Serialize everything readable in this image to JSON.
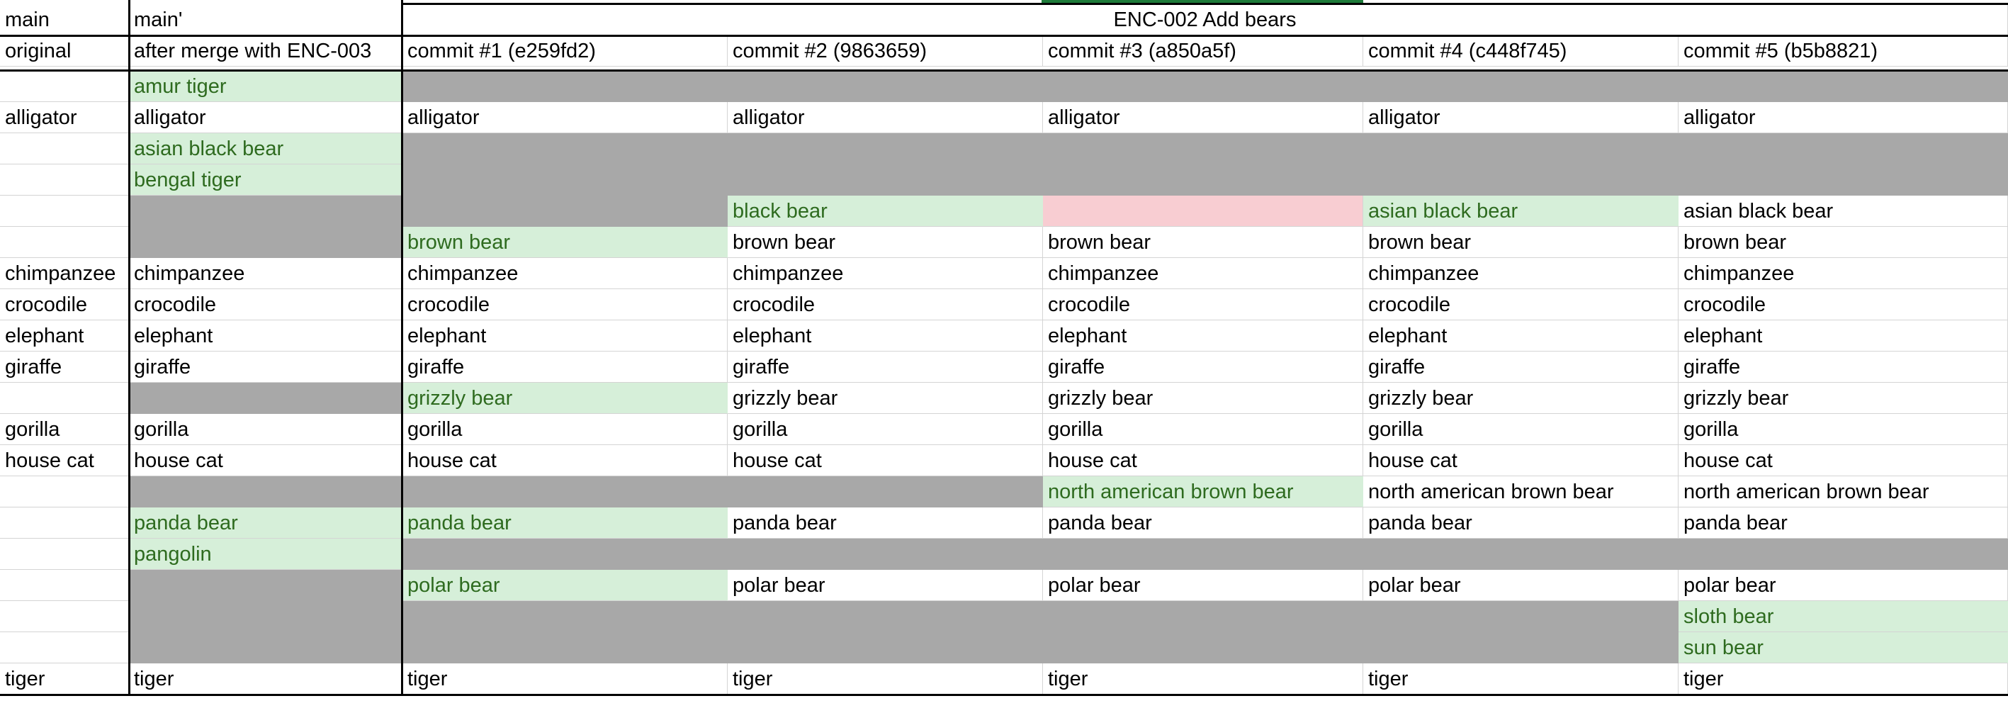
{
  "colors": {
    "added": "#d6efd9",
    "added_text": "#2e6b1f",
    "removed": "#f8cdd2",
    "absent": "#a8a8a8",
    "selected_header_accent": "#1e7b3a"
  },
  "header": {
    "branch_main": "main",
    "branch_main_prime": "main'",
    "branch_feature": "ENC-002 Add bears",
    "columns": [
      "original",
      "after merge with ENC-003",
      "commit #1 (e259fd2)",
      "commit #2 (9863659)",
      "commit #3 (a850a5f)",
      "commit #4 (c448f745)",
      "commit #5 (b5b8821)"
    ]
  },
  "rows": [
    [
      {
        "t": ""
      },
      {
        "t": "amur tiger",
        "s": "a"
      },
      {
        "t": "",
        "s": "g"
      },
      {
        "t": "",
        "s": "g"
      },
      {
        "t": "",
        "s": "g"
      },
      {
        "t": "",
        "s": "g"
      },
      {
        "t": "",
        "s": "g"
      }
    ],
    [
      {
        "t": "alligator"
      },
      {
        "t": "alligator"
      },
      {
        "t": "alligator"
      },
      {
        "t": "alligator"
      },
      {
        "t": "alligator"
      },
      {
        "t": "alligator"
      },
      {
        "t": "alligator"
      }
    ],
    [
      {
        "t": ""
      },
      {
        "t": "asian black bear",
        "s": "a"
      },
      {
        "t": "",
        "s": "g"
      },
      {
        "t": "",
        "s": "g"
      },
      {
        "t": "",
        "s": "g"
      },
      {
        "t": "",
        "s": "g"
      },
      {
        "t": "",
        "s": "g"
      }
    ],
    [
      {
        "t": ""
      },
      {
        "t": "bengal tiger",
        "s": "a"
      },
      {
        "t": "",
        "s": "g"
      },
      {
        "t": "",
        "s": "g"
      },
      {
        "t": "",
        "s": "g"
      },
      {
        "t": "",
        "s": "g"
      },
      {
        "t": "",
        "s": "g"
      }
    ],
    [
      {
        "t": ""
      },
      {
        "t": "",
        "s": "g"
      },
      {
        "t": "",
        "s": "g"
      },
      {
        "t": "black bear",
        "s": "a"
      },
      {
        "t": "",
        "s": "r"
      },
      {
        "t": "asian black bear",
        "s": "a"
      },
      {
        "t": "asian black bear"
      }
    ],
    [
      {
        "t": ""
      },
      {
        "t": "",
        "s": "g"
      },
      {
        "t": "brown bear",
        "s": "a"
      },
      {
        "t": "brown bear"
      },
      {
        "t": "brown bear"
      },
      {
        "t": "brown bear"
      },
      {
        "t": "brown bear"
      }
    ],
    [
      {
        "t": "chimpanzee"
      },
      {
        "t": "chimpanzee"
      },
      {
        "t": "chimpanzee"
      },
      {
        "t": "chimpanzee"
      },
      {
        "t": "chimpanzee"
      },
      {
        "t": "chimpanzee"
      },
      {
        "t": "chimpanzee"
      }
    ],
    [
      {
        "t": "crocodile"
      },
      {
        "t": "crocodile"
      },
      {
        "t": "crocodile"
      },
      {
        "t": "crocodile"
      },
      {
        "t": "crocodile"
      },
      {
        "t": "crocodile"
      },
      {
        "t": "crocodile"
      }
    ],
    [
      {
        "t": "elephant"
      },
      {
        "t": "elephant"
      },
      {
        "t": "elephant"
      },
      {
        "t": "elephant"
      },
      {
        "t": "elephant"
      },
      {
        "t": "elephant"
      },
      {
        "t": "elephant"
      }
    ],
    [
      {
        "t": "giraffe"
      },
      {
        "t": "giraffe"
      },
      {
        "t": "giraffe"
      },
      {
        "t": "giraffe"
      },
      {
        "t": "giraffe"
      },
      {
        "t": "giraffe"
      },
      {
        "t": "giraffe"
      }
    ],
    [
      {
        "t": ""
      },
      {
        "t": "",
        "s": "g"
      },
      {
        "t": "grizzly bear",
        "s": "a"
      },
      {
        "t": "grizzly bear"
      },
      {
        "t": "grizzly bear"
      },
      {
        "t": "grizzly bear"
      },
      {
        "t": "grizzly bear"
      }
    ],
    [
      {
        "t": "gorilla"
      },
      {
        "t": "gorilla"
      },
      {
        "t": "gorilla"
      },
      {
        "t": "gorilla"
      },
      {
        "t": "gorilla"
      },
      {
        "t": "gorilla"
      },
      {
        "t": "gorilla"
      }
    ],
    [
      {
        "t": "house cat"
      },
      {
        "t": "house cat"
      },
      {
        "t": "house cat"
      },
      {
        "t": "house cat"
      },
      {
        "t": "house cat"
      },
      {
        "t": "house cat"
      },
      {
        "t": "house cat"
      }
    ],
    [
      {
        "t": ""
      },
      {
        "t": "",
        "s": "g"
      },
      {
        "t": "",
        "s": "g"
      },
      {
        "t": "",
        "s": "g"
      },
      {
        "t": "north american brown bear",
        "s": "a"
      },
      {
        "t": "north american brown bear"
      },
      {
        "t": "north american brown bear"
      }
    ],
    [
      {
        "t": ""
      },
      {
        "t": "panda bear",
        "s": "a"
      },
      {
        "t": "panda bear",
        "s": "a"
      },
      {
        "t": "panda bear"
      },
      {
        "t": "panda bear"
      },
      {
        "t": "panda bear"
      },
      {
        "t": "panda bear"
      }
    ],
    [
      {
        "t": ""
      },
      {
        "t": "pangolin",
        "s": "a"
      },
      {
        "t": "",
        "s": "g"
      },
      {
        "t": "",
        "s": "g"
      },
      {
        "t": "",
        "s": "g"
      },
      {
        "t": "",
        "s": "g"
      },
      {
        "t": "",
        "s": "g"
      }
    ],
    [
      {
        "t": ""
      },
      {
        "t": "",
        "s": "g"
      },
      {
        "t": "polar bear",
        "s": "a"
      },
      {
        "t": "polar bear"
      },
      {
        "t": "polar bear"
      },
      {
        "t": "polar bear"
      },
      {
        "t": "polar bear"
      }
    ],
    [
      {
        "t": ""
      },
      {
        "t": "",
        "s": "g"
      },
      {
        "t": "",
        "s": "g"
      },
      {
        "t": "",
        "s": "g"
      },
      {
        "t": "",
        "s": "g"
      },
      {
        "t": "",
        "s": "g"
      },
      {
        "t": "sloth bear",
        "s": "a"
      }
    ],
    [
      {
        "t": ""
      },
      {
        "t": "",
        "s": "g"
      },
      {
        "t": "",
        "s": "g"
      },
      {
        "t": "",
        "s": "g"
      },
      {
        "t": "",
        "s": "g"
      },
      {
        "t": "",
        "s": "g"
      },
      {
        "t": "sun bear",
        "s": "a"
      }
    ],
    [
      {
        "t": "tiger"
      },
      {
        "t": "tiger"
      },
      {
        "t": "tiger"
      },
      {
        "t": "tiger"
      },
      {
        "t": "tiger"
      },
      {
        "t": "tiger"
      },
      {
        "t": "tiger"
      }
    ]
  ]
}
